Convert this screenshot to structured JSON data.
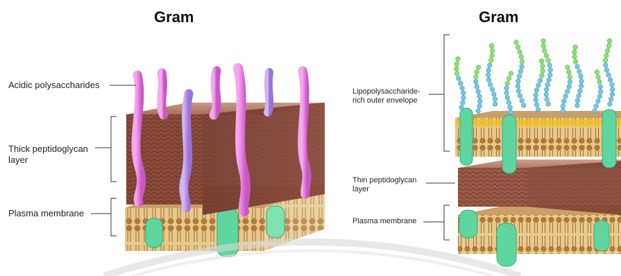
{
  "left_panel": {
    "title": "Gram",
    "labels": {
      "acidic": "Acidic polysaccharides",
      "thick_pg": "Thick peptidoglycan\nlayer",
      "plasma": "Plasma membrane"
    }
  },
  "right_panel": {
    "title": "Gram",
    "labels": {
      "lps": "Lipopolysaccharide-\nrich outer envelope",
      "thin_pg": "Thin peptidoglycan\nlayer",
      "plasma": "Plasma membrane"
    }
  },
  "colors": {
    "peptidoglycan": "#8a4a3a",
    "membrane_head": "#b07a3a",
    "membrane_fill": "#e8c98a",
    "protein": "#5fd6a0",
    "polysaccharide_pink": "#e77ee0",
    "polysaccharide_violet": "#b58ee8",
    "lps_blue": "#78c6e2",
    "lps_green": "#8fe07a",
    "lps_yellow": "#f4c21b"
  }
}
